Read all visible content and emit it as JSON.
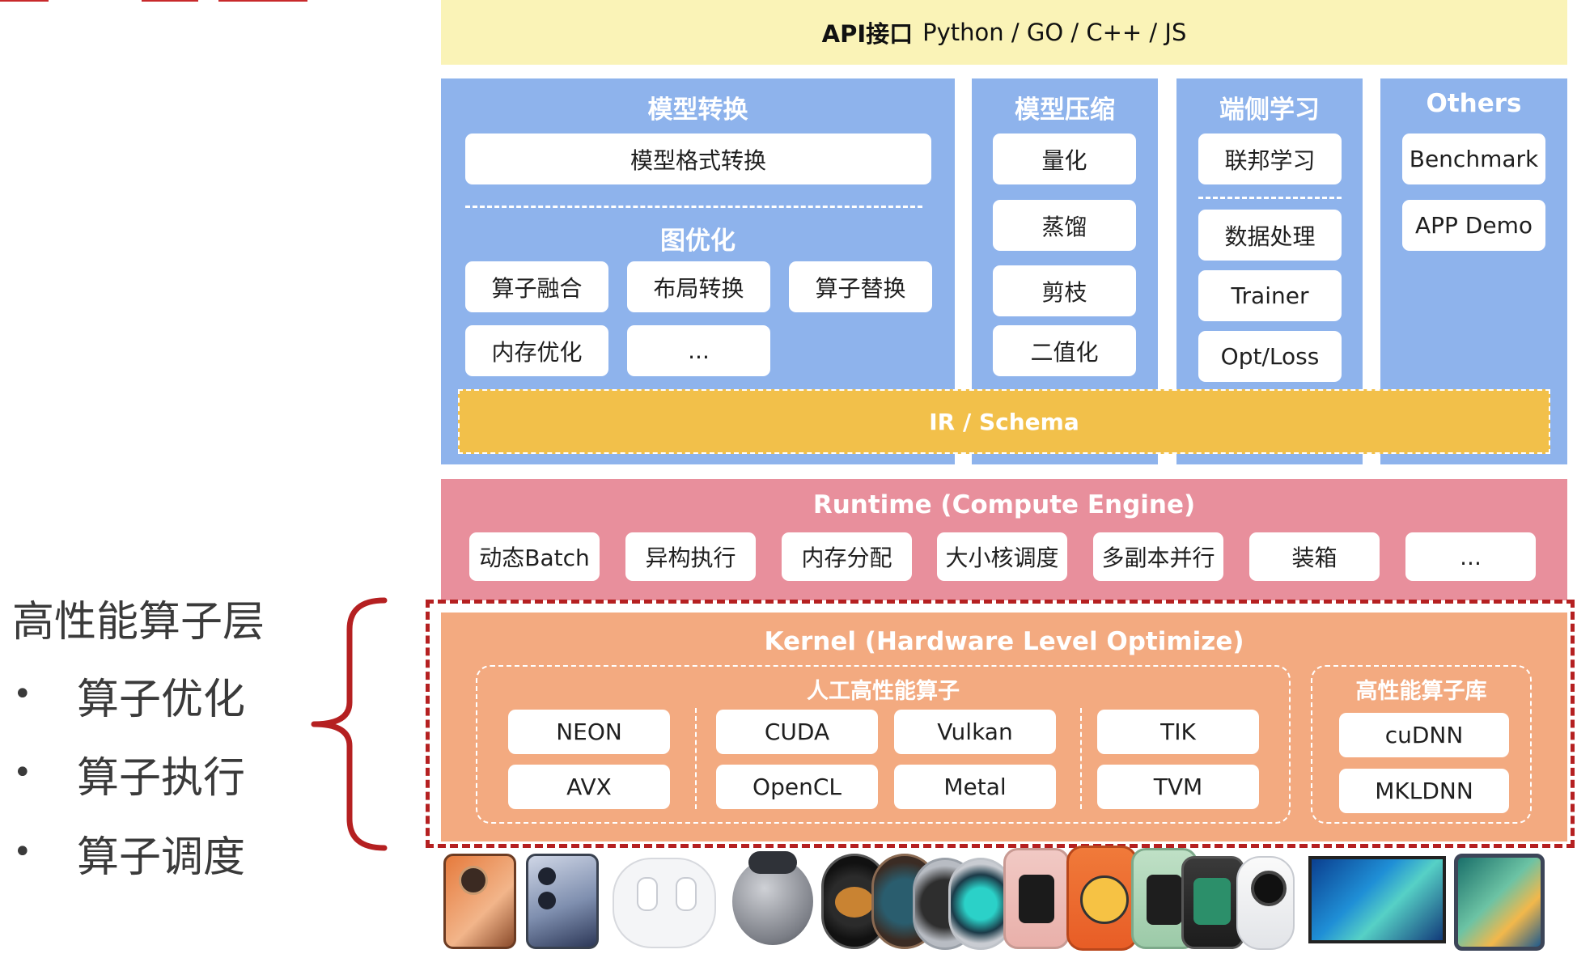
{
  "colors": {
    "title_red": "#c8292b",
    "api_bg": "#faf3b7",
    "blue": "#8eb3ec",
    "ir_yellow": "#f2c04a",
    "runtime_pink": "#e88f9c",
    "kernel_orange": "#f3aa80",
    "highlight_border": "#b52021"
  },
  "api": {
    "label": "API接口",
    "langs": "Python / GO / C++ / JS"
  },
  "converter": {
    "title": "模型转换",
    "format_box": "模型格式转换",
    "graph_title": "图优化",
    "items": [
      "算子融合",
      "布局转换",
      "算子替换",
      "内存优化",
      "..."
    ]
  },
  "compress": {
    "title": "模型压缩",
    "items": [
      "量化",
      "蒸馏",
      "剪枝",
      "二值化"
    ]
  },
  "ondevice": {
    "title": "端侧学习",
    "items": [
      "联邦学习",
      "数据处理",
      "Trainer",
      "Opt/Loss"
    ]
  },
  "others": {
    "title": "Others",
    "items": [
      "Benchmark",
      "APP Demo"
    ]
  },
  "ir": {
    "label": "IR / Schema"
  },
  "runtime": {
    "title": "Runtime (Compute Engine)",
    "items": [
      "动态Batch",
      "异构执行",
      "内存分配",
      "大小核调度",
      "多副本并行",
      "装箱",
      "..."
    ]
  },
  "kernel": {
    "title": "Kernel (Hardware Level Optimize)",
    "manual_title": "人工高性能算子",
    "manual_items": [
      "NEON",
      "AVX",
      "CUDA",
      "OpenCL",
      "Vulkan",
      "Metal",
      "TIK",
      "TVM"
    ],
    "lib_title": "高性能算子库",
    "lib_items": [
      "cuDNN",
      "MKLDNN"
    ]
  },
  "side": {
    "heading": "高性能算子层",
    "bullets": [
      "算子优化",
      "算子执行",
      "算子调度"
    ]
  },
  "devices": [
    "phone-icon",
    "phone-icon",
    "earbuds-icon",
    "earbuds-icon",
    "smartwatch-icon",
    "smartwatch-icon",
    "smartwatch-icon",
    "smartwatch-icon",
    "fitness-band-icon",
    "fitness-band-icon",
    "fitness-band-icon",
    "fitness-band-icon",
    "camera-icon",
    "tv-icon",
    "tablet-icon"
  ]
}
